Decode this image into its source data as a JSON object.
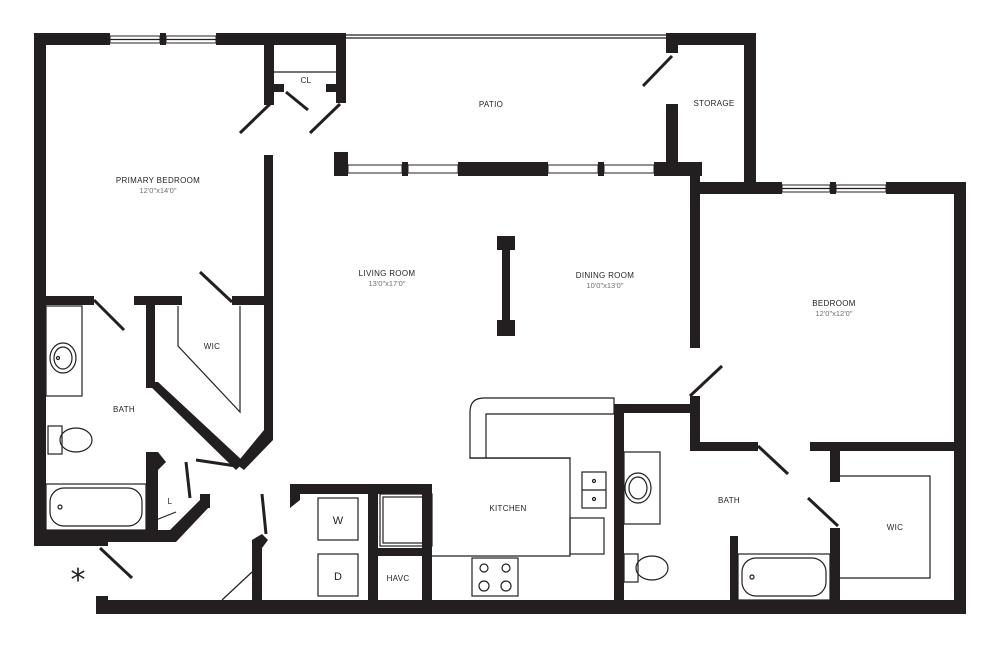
{
  "rooms": {
    "primary_bedroom": {
      "name": "PRIMARY BEDROOM",
      "dims": "12'0\"x14'0\""
    },
    "cl": {
      "name": "CL"
    },
    "patio": {
      "name": "PATIO"
    },
    "storage": {
      "name": "STORAGE"
    },
    "living_room": {
      "name": "LIVING ROOM",
      "dims": "13'0\"x17'0\""
    },
    "dining_room": {
      "name": "DINING ROOM",
      "dims": "10'0\"x13'0\""
    },
    "bedroom": {
      "name": "BEDROOM",
      "dims": "12'0\"x12'0\""
    },
    "wic_primary": {
      "name": "WIC"
    },
    "bath_primary": {
      "name": "BATH"
    },
    "linen": {
      "name": "L"
    },
    "kitchen": {
      "name": "KITCHEN"
    },
    "bath_second": {
      "name": "BATH"
    },
    "wic_second": {
      "name": "WIC"
    },
    "havc": {
      "name": "HAVC"
    }
  },
  "appliances": {
    "washer": "W",
    "dryer": "D"
  },
  "entry_marker": "*"
}
